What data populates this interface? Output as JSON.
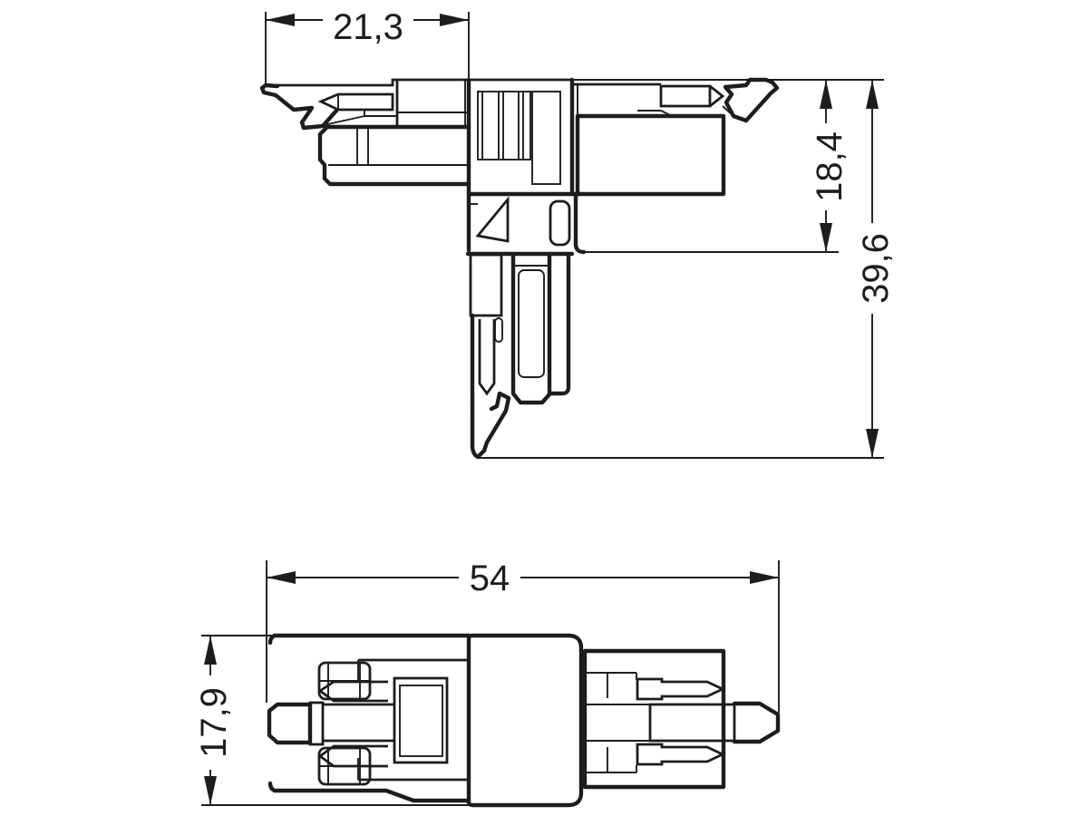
{
  "colors": {
    "line": "#1d1d1b",
    "background": "#ffffff"
  },
  "drawing": {
    "views": {
      "t_view": {
        "dim_width_left": "21,3",
        "dim_height_upper": "18,4",
        "dim_height_total": "39,6"
      },
      "side_view": {
        "dim_width_total": "54",
        "dim_height_total": "17,9"
      }
    }
  }
}
